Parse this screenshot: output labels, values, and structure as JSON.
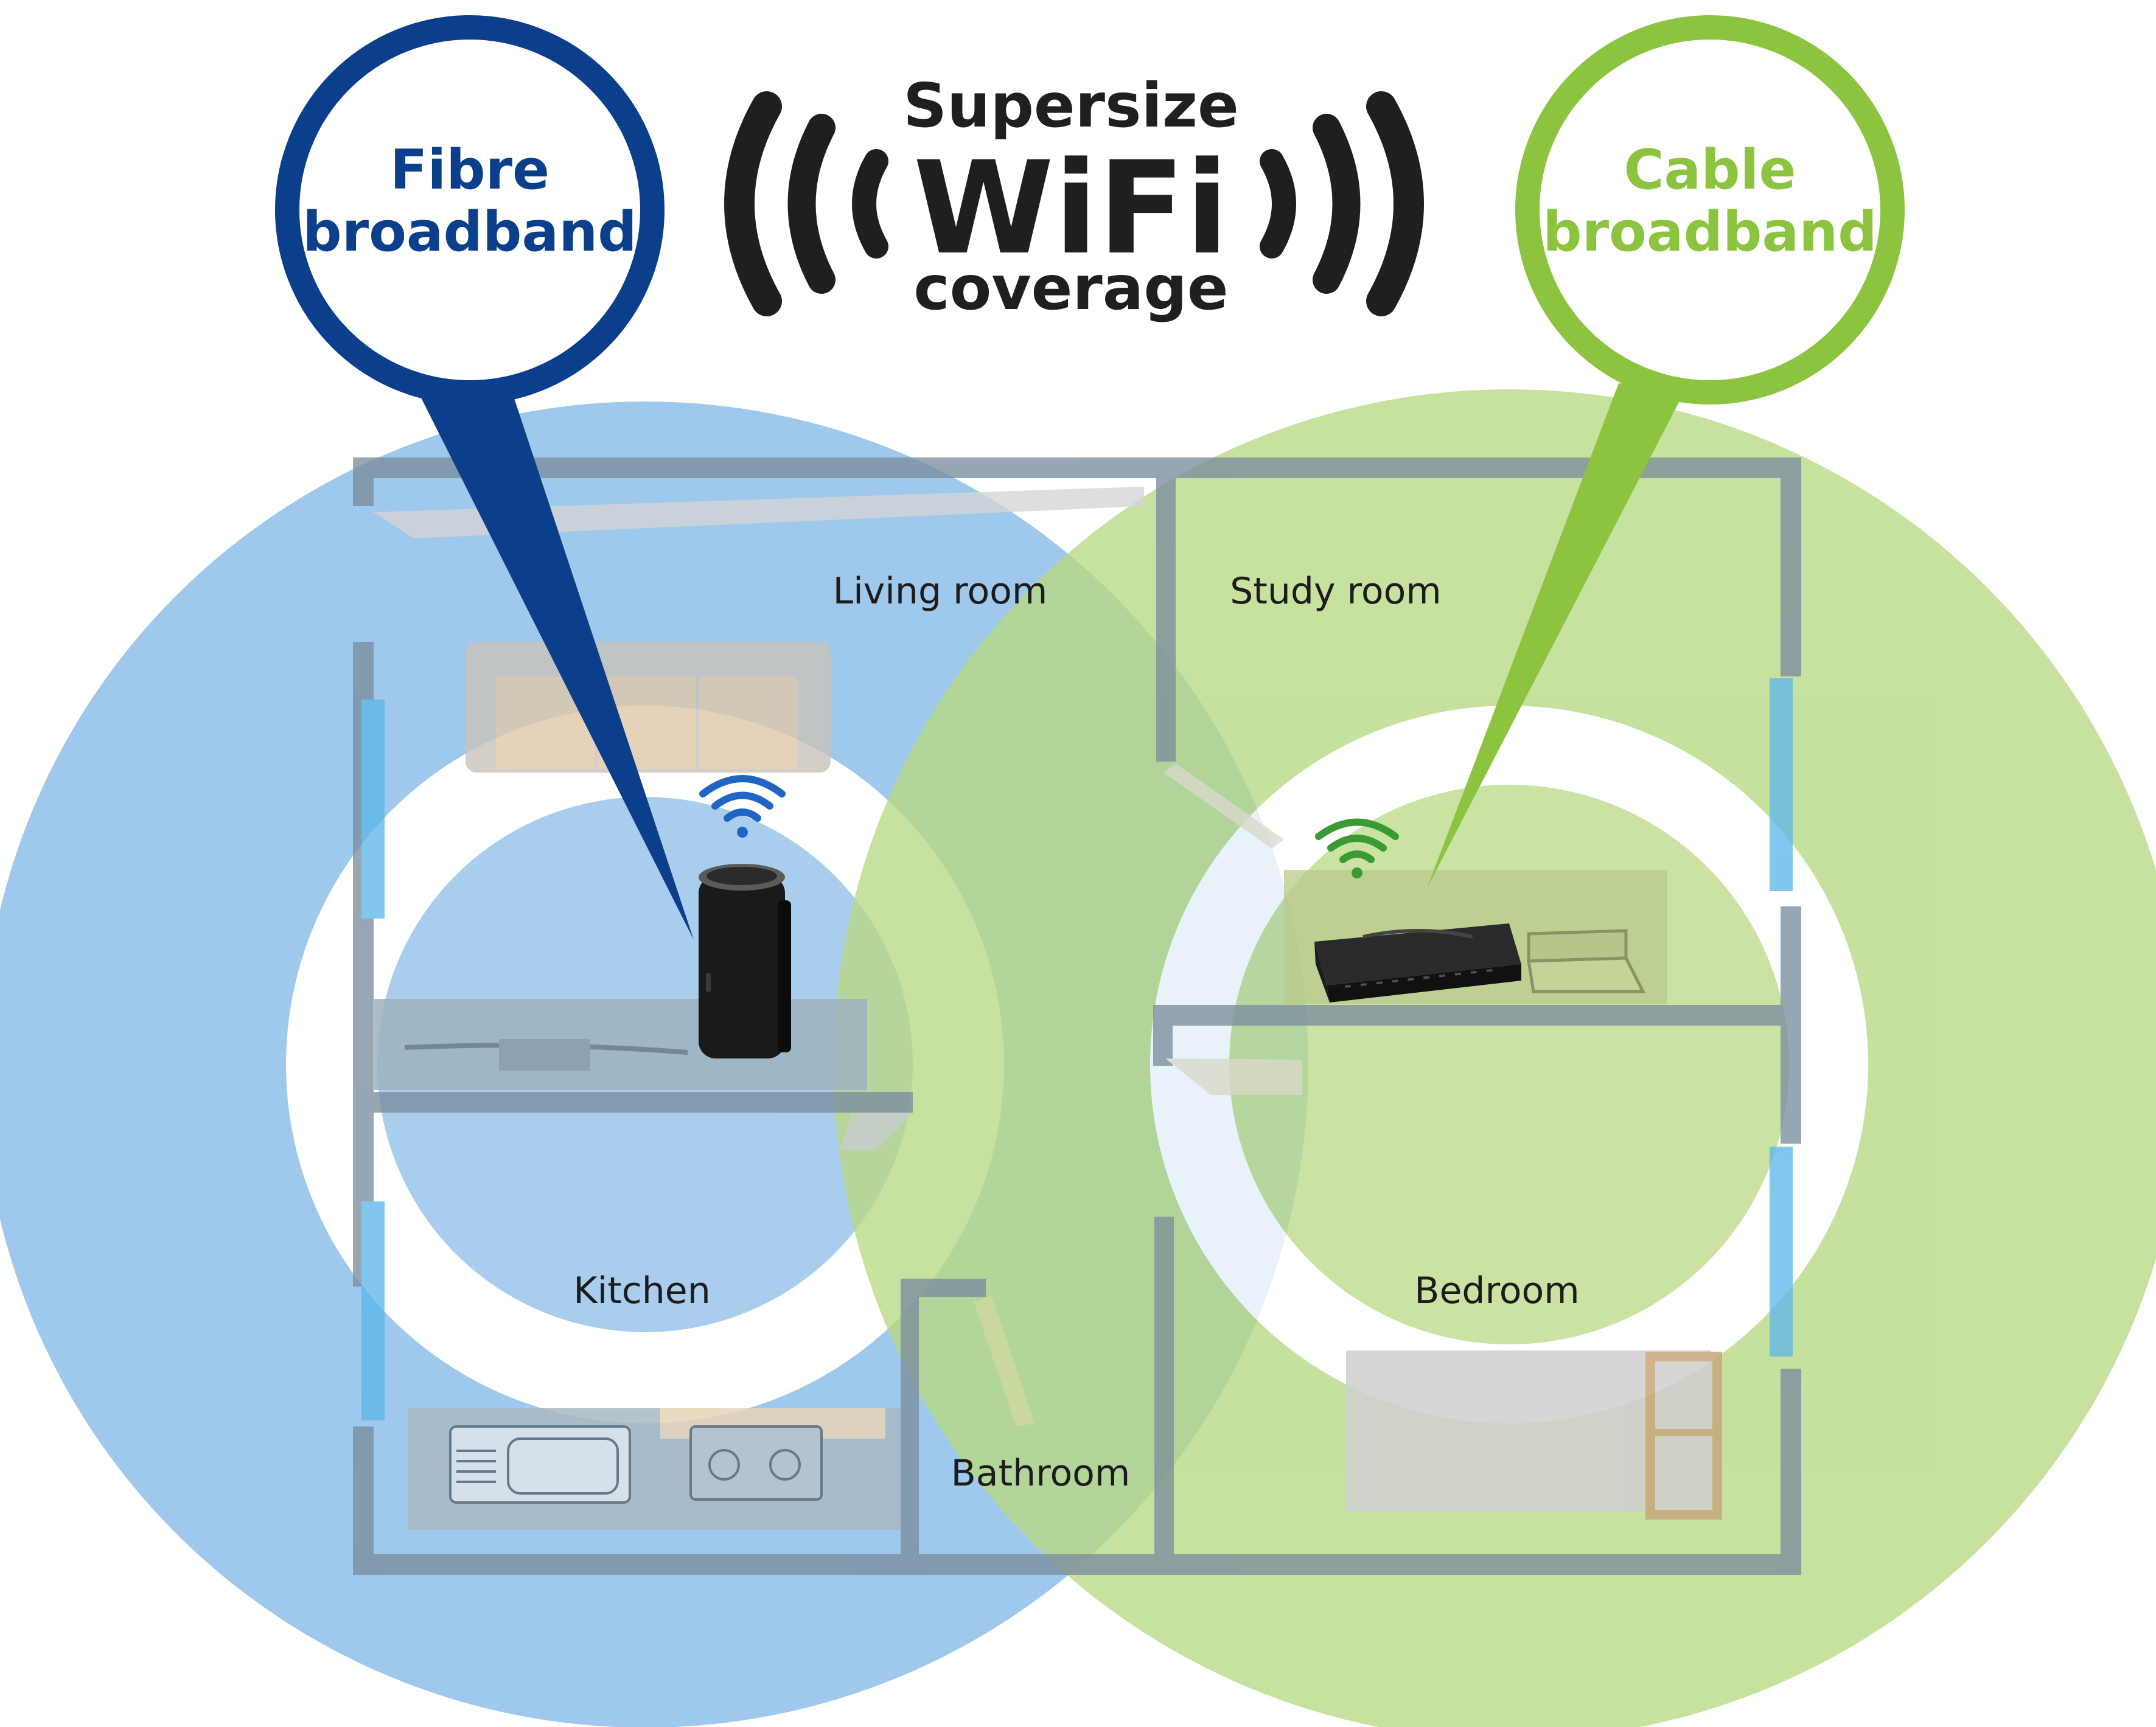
{
  "title": {
    "line1": "Supersize",
    "line2": "WiFi",
    "line3": "coverage"
  },
  "fibre": {
    "line1": "Fibre",
    "line2": "broadband",
    "color": "#0b3f8c"
  },
  "cable": {
    "line1": "Cable",
    "line2": "broadband",
    "color": "#8cc43f"
  },
  "rooms": {
    "living": "Living room",
    "study": "Study room",
    "kitchen": "Kitchen",
    "bathroom": "Bathroom",
    "bedroom": "Bedroom"
  },
  "icons": {
    "title_left": "wifi-waves-icon",
    "title_right": "wifi-waves-icon",
    "fibre_router_signal": "wifi-signal-icon",
    "cable_router_signal": "wifi-signal-icon"
  },
  "colors": {
    "blue_coverage": "#9ec8ec",
    "green_coverage": "#bedc8c",
    "wall": "#7b8e9e"
  }
}
